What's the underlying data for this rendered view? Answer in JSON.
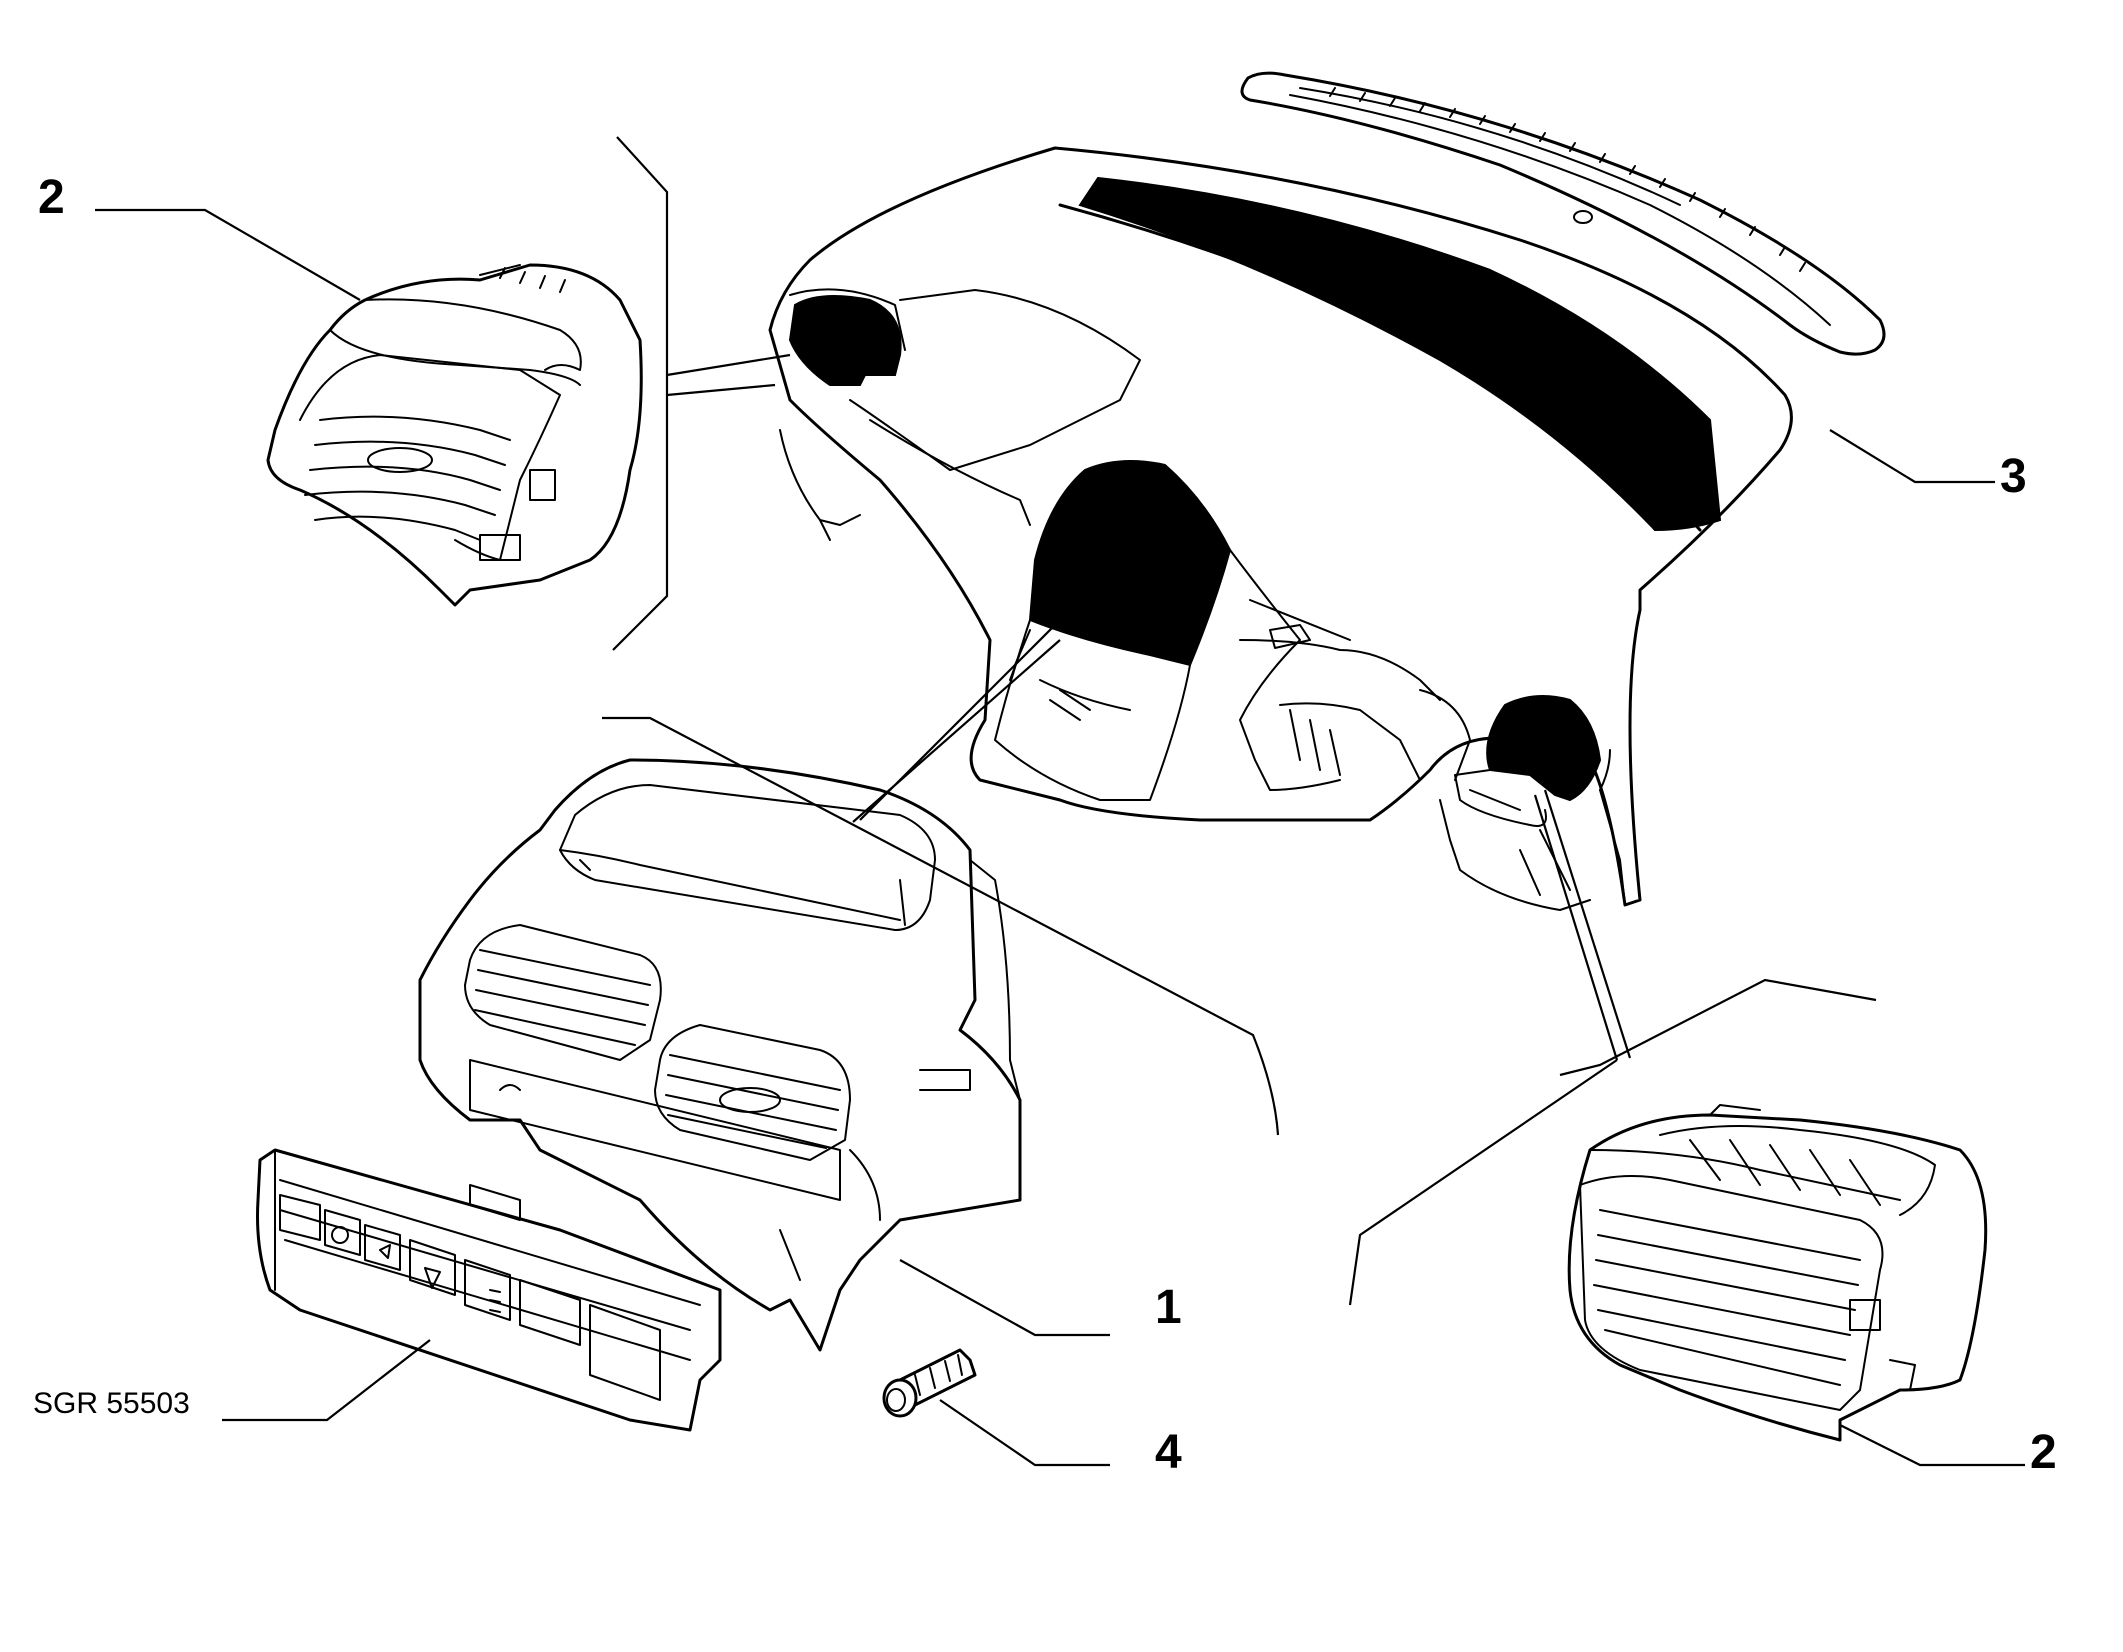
{
  "callouts": {
    "vent_left": "2",
    "top_strip": "3",
    "center_console": "1",
    "screw": "4",
    "vent_right": "2"
  },
  "drawing_code": "SGR 55503"
}
